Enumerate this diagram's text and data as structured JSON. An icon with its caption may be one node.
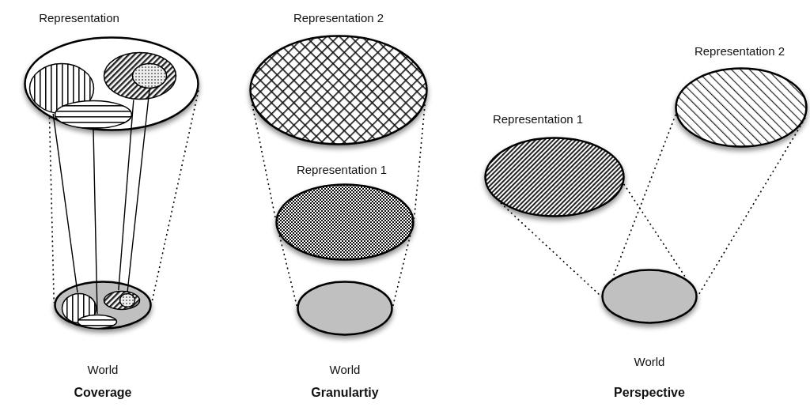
{
  "diagram": {
    "nodes": [
      {
        "text": [
          "Representation"
        ]
      },
      {
        "text": [],
        "shape": "ellipse",
        "in": 0
      },
      {
        "text": [],
        "shape": "ellipse",
        "in": 0
      },
      {
        "text": [],
        "shape": "ellipse",
        "in": 0
      },
      {
        "text": [],
        "shape": "ellipse",
        "in": 3
      },
      {
        "text": [
          "World"
        ]
      },
      {
        "text": [],
        "shape": "ellipse",
        "in": 5
      },
      {
        "text": [],
        "shape": "ellipse",
        "in": 5
      },
      {
        "text": [],
        "shape": "ellipse",
        "in": 5
      },
      {
        "text": [],
        "shape": "ellipse",
        "in": 8
      },
      {
        "text": [
          "Representation 2"
        ]
      },
      {
        "text": [
          "Representation 1"
        ]
      },
      {
        "text": [
          "World"
        ]
      },
      {
        "text": [
          "Representation 1"
        ]
      },
      {
        "text": [
          "Representation 2"
        ]
      },
      {
        "text": [
          "World"
        ]
      }
    ],
    "edges": [
      {
        "from": 0,
        "to": 5,
        "arrow": "none",
        "style": "dashed"
      },
      {
        "from": 0,
        "to": 5,
        "arrow": "none",
        "style": "dashed"
      },
      {
        "from": 1,
        "to": 6,
        "arrow": "none"
      },
      {
        "from": 2,
        "to": 7,
        "arrow": "none"
      },
      {
        "from": 3,
        "to": 8,
        "arrow": "none"
      },
      {
        "from": 4,
        "to": 9,
        "arrow": "none"
      },
      {
        "from": 10,
        "to": 11,
        "arrow": "none",
        "style": "dashed"
      },
      {
        "from": 10,
        "to": 11,
        "arrow": "none",
        "style": "dashed"
      },
      {
        "from": 11,
        "to": 12,
        "arrow": "none",
        "style": "dashed"
      },
      {
        "from": 11,
        "to": 12,
        "arrow": "none",
        "style": "dashed"
      },
      {
        "from": 13,
        "to": 15,
        "arrow": "none",
        "style": "dashed"
      },
      {
        "from": 13,
        "to": 15,
        "arrow": "none",
        "style": "dashed"
      },
      {
        "from": 14,
        "to": 15,
        "arrow": "none",
        "style": "dashed"
      },
      {
        "from": 14,
        "to": 15,
        "arrow": "none",
        "style": "dashed"
      }
    ],
    "labels": [
      "Coverage",
      "Granulartiy",
      "Perspective"
    ]
  }
}
